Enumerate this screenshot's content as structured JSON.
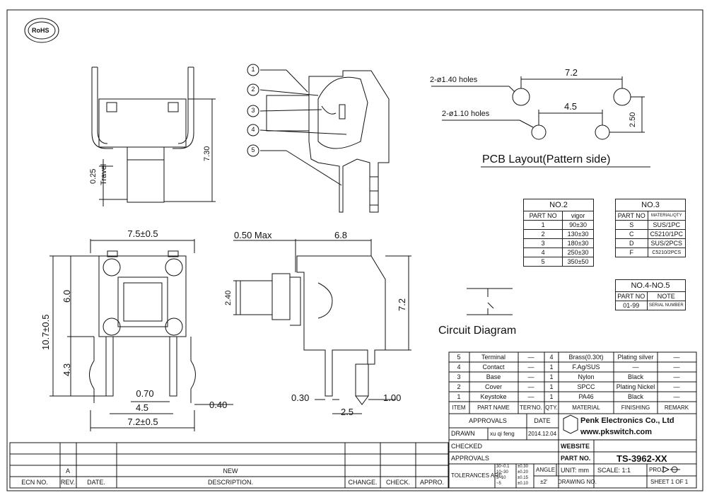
{
  "rohs": "RoHS",
  "callouts": [
    "1",
    "2",
    "3",
    "4",
    "5"
  ],
  "dims": {
    "h730": "7.30",
    "travel_val": "0.25",
    "travel_label": "Travel",
    "w75": "7.5±0.5",
    "h60": "6.0",
    "h43": "4.3",
    "h107": "10.7±0.5",
    "d070": "0.70",
    "d45": "4.5",
    "d72": "7.2±0.5",
    "d040": "0.40",
    "max050": "0.50 Max",
    "d68": "6.8",
    "d240": "2.40",
    "d72b": "7.2",
    "d030": "0.30",
    "d25": "2.5",
    "d100": "1.00"
  },
  "pcb": {
    "holes_large": "2-ø1.40 holes",
    "holes_small": "2-ø1.10 holes",
    "w72": "7.2",
    "w45": "4.5",
    "h250": "2.50",
    "title": "PCB Layout(Pattern side)"
  },
  "no2": {
    "title": "NO.2",
    "headers": [
      "PART NO",
      "vigor"
    ],
    "rows": [
      [
        "1",
        "90±30"
      ],
      [
        "2",
        "130±30"
      ],
      [
        "3",
        "180±30"
      ],
      [
        "4",
        "250±30"
      ],
      [
        "5",
        "350±50"
      ]
    ]
  },
  "no3": {
    "title": "NO.3",
    "headers": [
      "PART NO",
      "MATERIAL/QTY"
    ],
    "rows": [
      [
        "S",
        "SUS/1PC"
      ],
      [
        "C",
        "C5210/1PC"
      ],
      [
        "D",
        "SUS/2PCS"
      ],
      [
        "F",
        "C5210/2PCS"
      ]
    ]
  },
  "no45": {
    "title": "NO.4-NO.5",
    "headers": [
      "PART NO",
      "NOTE"
    ],
    "rows": [
      [
        "01-99",
        "SERIAL NUMBER"
      ]
    ]
  },
  "circuit_title": "Circuit Diagram",
  "bom": {
    "rows": [
      [
        "5",
        "Terminal",
        "—",
        "4",
        "Brass(0.30t)",
        "Plating silver",
        "—"
      ],
      [
        "4",
        "Contact",
        "—",
        "1",
        "F.Ag/SUS",
        "—",
        "—"
      ],
      [
        "3",
        "Base",
        "—",
        "1",
        "Nylon",
        "Black",
        "—"
      ],
      [
        "2",
        "Cover",
        "—",
        "1",
        "SPCC",
        "Plating Nickel",
        "—"
      ],
      [
        "1",
        "Keystoke",
        "—",
        "1",
        "PA46",
        "Black",
        "—"
      ]
    ],
    "headers": [
      "ITEM",
      "PART NAME",
      "TER'NO.",
      "QTY.",
      "MATERIAL",
      "FINISHING",
      "REMARK"
    ]
  },
  "title_block": {
    "approvals": "APPROVALS",
    "date": "DATE",
    "drawn": "DRAWN",
    "drawn_by": "xu qi feng",
    "drawn_date": "2014.12.04",
    "checked": "CHECKED",
    "approvals2": "APPROVALS",
    "company": "Penk Electronics Co., Ltd",
    "website": "www.pkswitch.com",
    "website_label": "WEBSITE",
    "part_no_label": "PART NO.",
    "part_no": "TS-3962-XX",
    "tolerances": "TOLERANCES ARE",
    "tol_ranges": [
      "30~0.1",
      "10~30",
      "5~10",
      "~5"
    ],
    "tol_values": [
      "±0.30",
      "±0.20",
      "±0.15",
      "±0.10"
    ],
    "angle": "ANGLE",
    "angle_val": "±2'",
    "unit": "UNIT: mm",
    "scale": "SCALE: 1:1",
    "proj": "PROJ",
    "drawing_no": "DRAWING NO.",
    "sheet": "SHEET 1 OF 1"
  },
  "revision": {
    "rev": "A",
    "new": "NEW",
    "headers": [
      "ECN NO.",
      "REV.",
      "DATE.",
      "DESCRIPTION.",
      "CHANGE.",
      "CHECK.",
      "APPRO."
    ]
  }
}
